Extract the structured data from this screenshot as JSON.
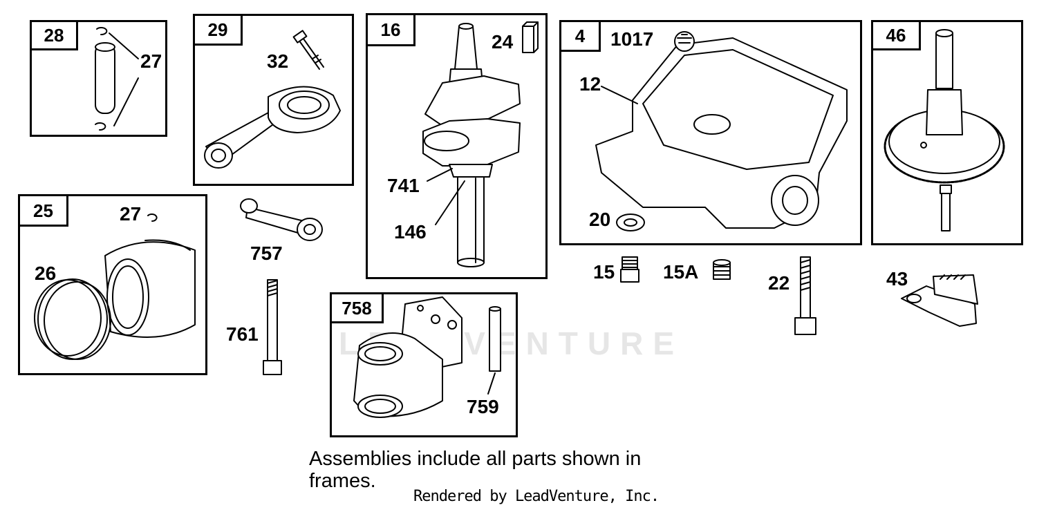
{
  "frames": {
    "f28": "28",
    "f29": "29",
    "f16": "16",
    "f4": "4",
    "f46": "46",
    "f25": "25",
    "f758": "758"
  },
  "callouts": {
    "c27a": "27",
    "c32": "32",
    "c24": "24",
    "c1017": "1017",
    "c12": "12",
    "c741": "741",
    "c146": "146",
    "c20": "20",
    "c27b": "27",
    "c26": "26",
    "c757": "757",
    "c761": "761",
    "c15": "15",
    "c15a": "15A",
    "c22": "22",
    "c43": "43",
    "c759": "759"
  },
  "note": {
    "line1": "Assemblies include all parts shown in",
    "line2": "frames."
  },
  "credit": "Rendered by LeadVenture, Inc.",
  "watermark": "LEADVENTURE"
}
